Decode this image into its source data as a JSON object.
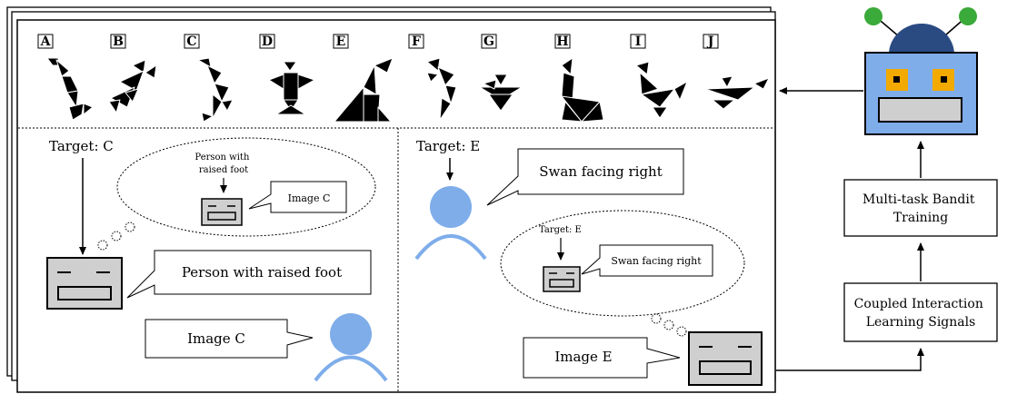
{
  "tangram_labels": [
    "A",
    "B",
    "C",
    "D",
    "E",
    "F",
    "G",
    "H",
    "I",
    "J"
  ],
  "left_panel": {
    "target": "Target: C",
    "thought_caption": "Person with\nraised foot",
    "thought_reply": "Image C",
    "speaker_message": "Person with raised foot",
    "listener_reply": "Image C"
  },
  "right_panel": {
    "target": "Target: E",
    "speaker_message": "Swan facing right",
    "thought_target": "Target: E",
    "thought_message": "Swan facing right",
    "listener_reply": "Image E"
  },
  "pipeline": {
    "signals": "Coupled Interaction\nLearning Signals",
    "training": "Multi-task Bandit\nTraining"
  },
  "colors": {
    "person": "#7eadea",
    "robot_head": "#2a4a82",
    "robot_face": "#7eadea",
    "robot_eye": "#f2a900",
    "robot_antenna": "#3aaa3a",
    "screen": "#cfcfcf"
  }
}
